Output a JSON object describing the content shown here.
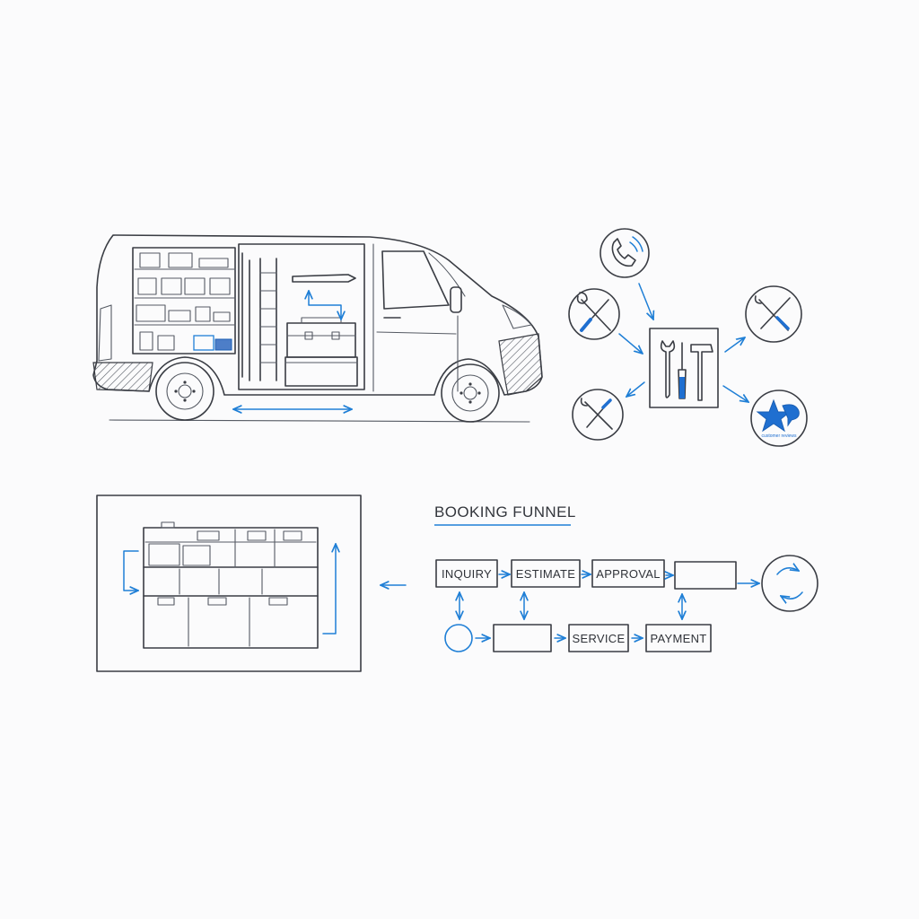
{
  "funnel": {
    "title": "BOOKING FUNNEL",
    "steps": {
      "inquiry": "INQUIRY",
      "estimate": "ESTIMATE",
      "approval": "APPROVAL",
      "blank_top": "",
      "blank_bottom": "",
      "service": "SERVICE",
      "payment": "PAYMENT"
    }
  },
  "review_badge": {
    "label": "customer reviews"
  },
  "colors": {
    "ink": "#3a3d44",
    "accent_blue": "#1f7fd6",
    "background": "#fbfbfc"
  },
  "icons": [
    "phone-icon",
    "wrench-screwdriver-icon",
    "tools-board-icon",
    "crossed-tools-icon",
    "star-speech-icon",
    "refresh-cycle-icon",
    "toolbox-icon",
    "ladder-icon"
  ]
}
